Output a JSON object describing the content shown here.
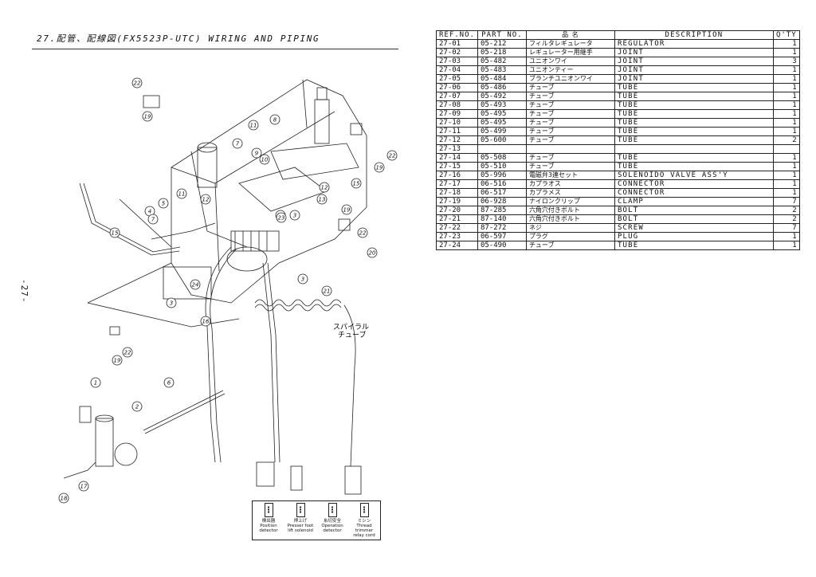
{
  "header": {
    "title": "27.配管、配線図(FX5523P-UTC) WIRING AND PIPING",
    "page_number": "-27-"
  },
  "table": {
    "columns": [
      "REF.NO.",
      "PART NO.",
      "品 名",
      "DESCRIPTION",
      "Q'TY"
    ],
    "rows": [
      [
        "27-01",
        "05-212",
        "フィルタレギュレータ",
        "REGULATOR",
        "1"
      ],
      [
        "27-02",
        "05-218",
        "レギュレーター用継手",
        "JOINT",
        "1"
      ],
      [
        "27-03",
        "05-482",
        "ユニオンワイ",
        "JOINT",
        "3"
      ],
      [
        "27-04",
        "05-483",
        "ユニオンティー",
        "JOINT",
        "1"
      ],
      [
        "27-05",
        "05-484",
        "ブランチユニオンワイ",
        "JOINT",
        "1"
      ],
      [
        "27-06",
        "05-486",
        "チューブ",
        "TUBE",
        "1"
      ],
      [
        "27-07",
        "05-492",
        "チューブ",
        "TUBE",
        "1"
      ],
      [
        "27-08",
        "05-493",
        "チューブ",
        "TUBE",
        "1"
      ],
      [
        "27-09",
        "05-495",
        "チューブ",
        "TUBE",
        "1"
      ],
      [
        "27-10",
        "05-495",
        "チューブ",
        "TUBE",
        "1"
      ],
      [
        "27-11",
        "05-499",
        "チューブ",
        "TUBE",
        "1"
      ],
      [
        "27-12",
        "05-600",
        "チューブ",
        "TUBE",
        "2"
      ],
      [
        "27-13",
        "",
        "",
        "",
        ""
      ],
      [
        "27-14",
        "05-508",
        "チューブ",
        "TUBE",
        "1"
      ],
      [
        "27-15",
        "05-510",
        "チューブ",
        "TUBE",
        "1"
      ],
      [
        "27-16",
        "05-996",
        "電磁弁3連セット",
        "SOLENOIDO VALVE ASS'Y",
        "1"
      ],
      [
        "27-17",
        "06-516",
        "カプラオス",
        "CONNECTOR",
        "1"
      ],
      [
        "27-18",
        "06-517",
        "カプラメス",
        "CONNECTOR",
        "1"
      ],
      [
        "27-19",
        "06-928",
        "ナイロンクリップ",
        "CLAMP",
        "7"
      ],
      [
        "27-20",
        "87-285",
        "六角穴付きボルト",
        "BOLT",
        "2"
      ],
      [
        "27-21",
        "87-140",
        "六角穴付きボルト",
        "BOLT",
        "2"
      ],
      [
        "27-22",
        "87-272",
        "ネジ",
        "SCREW",
        "7"
      ],
      [
        "27-23",
        "06-597",
        "プラグ",
        "PLUG",
        "1"
      ],
      [
        "27-24",
        "05-490",
        "チューブ",
        "TUBE",
        "1"
      ]
    ]
  },
  "diagram": {
    "callouts": [
      "1",
      "2",
      "3",
      "3",
      "3",
      "4",
      "5",
      "6",
      "7",
      "7",
      "8",
      "9",
      "10",
      "11",
      "11",
      "12",
      "12",
      "13",
      "14",
      "15",
      "15",
      "16",
      "17",
      "18",
      "19",
      "19",
      "19",
      "19",
      "20",
      "21",
      "22",
      "22",
      "22",
      "22",
      "23",
      "24"
    ],
    "spiral_label_1": "スパイラル",
    "spiral_label_2": "チューブ"
  },
  "legend": [
    {
      "jp": "検出器",
      "en1": "Position",
      "en2": "detector"
    },
    {
      "jp": "押上げ",
      "en1": "Presser foot",
      "en2": "lift solenoid"
    },
    {
      "jp": "糸切安全",
      "en1": "Operation",
      "en2": "detector"
    },
    {
      "jp": "ミシン",
      "en1": "Thread trimmer",
      "en2": "relay cord"
    }
  ]
}
